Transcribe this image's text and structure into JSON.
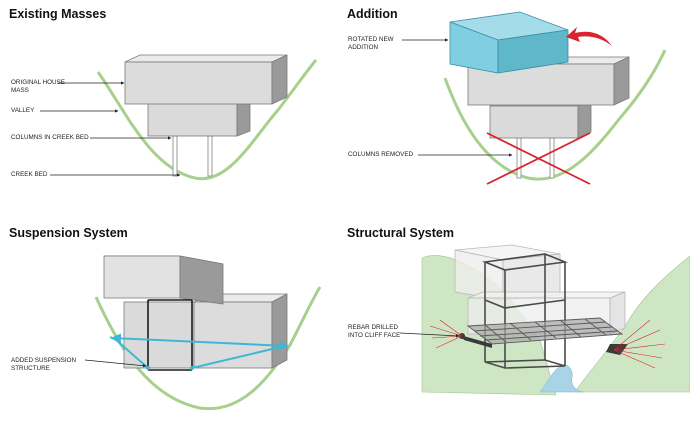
{
  "panels": {
    "existing": {
      "title": "Existing Masses",
      "labels": {
        "original_house_1": "ORIGINAL HOUSE",
        "original_house_2": "MASS",
        "valley": "VALLEY",
        "columns": "COLUMNS IN CREEK BED",
        "creek_bed": "CREEK BED"
      }
    },
    "addition": {
      "title": "Addition",
      "labels": {
        "rotated_1": "ROTATED NEW",
        "rotated_2": "ADDITION",
        "columns_removed": "COLUMNS REMOVED"
      }
    },
    "suspension": {
      "title": "Suspension System",
      "labels": {
        "added_1": "ADDED SUSPENSION",
        "added_2": "STRUCTURE"
      }
    },
    "structural": {
      "title": "Structural System",
      "labels": {
        "rebar_1": "REBAR DRILLED",
        "rebar_2": "INTO CLIFF FACE"
      }
    }
  },
  "colors": {
    "valley_line": "#a8d08d",
    "addition_block": "#7fcfe0",
    "removed_cross": "#d9232e",
    "rotation_arrow": "#d9232e",
    "suspension_cables": "#3fb6d3",
    "cliff_green": "#cfe6c4",
    "creek_blue": "#a9d3e6",
    "mass_grey": "#d8d8d8"
  }
}
